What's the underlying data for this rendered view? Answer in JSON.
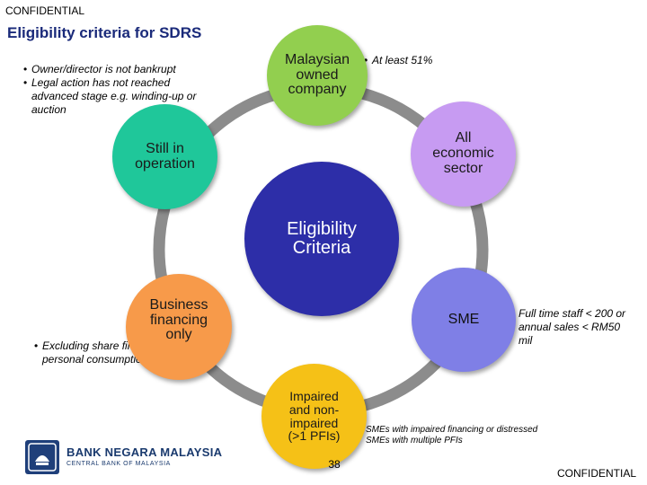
{
  "header": {
    "confidential_top": "CONFIDENTIAL",
    "title": "Eligibility criteria for SDRS"
  },
  "center": {
    "line1": "Eligibility",
    "line2": "Criteria",
    "color": "#2d2ea8"
  },
  "nodes": {
    "malaysian": {
      "lines": [
        "Malaysian",
        "owned",
        "company"
      ],
      "color": "#92cf4f"
    },
    "sector": {
      "lines": [
        "All",
        "economic",
        "sector"
      ],
      "color": "#c79bf2"
    },
    "sme": {
      "lines": [
        "SME"
      ],
      "color": "#7f7fe6"
    },
    "impaired": {
      "lines": [
        "Impaired",
        "and non-",
        "impaired",
        "(>1 PFIs)"
      ],
      "color": "#f5c117"
    },
    "business": {
      "lines": [
        "Business",
        "financing",
        "only"
      ],
      "color": "#f79a4a"
    },
    "operation": {
      "lines": [
        "Still in",
        "operation"
      ],
      "color": "#1fc79a"
    }
  },
  "ring_color": "#8c8c8c",
  "notes": {
    "operation": [
      "Owner/director is not bankrupt",
      "Legal action has not reached advanced stage e.g. winding-up or auction"
    ],
    "malaysian": [
      "At least 51%"
    ],
    "sme": [
      "Full time staff < 200 or annual sales < RM50 mil"
    ],
    "business": [
      "Excluding share financing & personal consumption"
    ],
    "impaired": [
      "SMEs with impaired financing or distressed SMEs with multiple PFIs"
    ]
  },
  "footer": {
    "logo_name": "BANK NEGARA MALAYSIA",
    "logo_sub": "CENTRAL BANK OF MALAYSIA",
    "page_number": "38",
    "confidential_bottom": "CONFIDENTIAL"
  }
}
